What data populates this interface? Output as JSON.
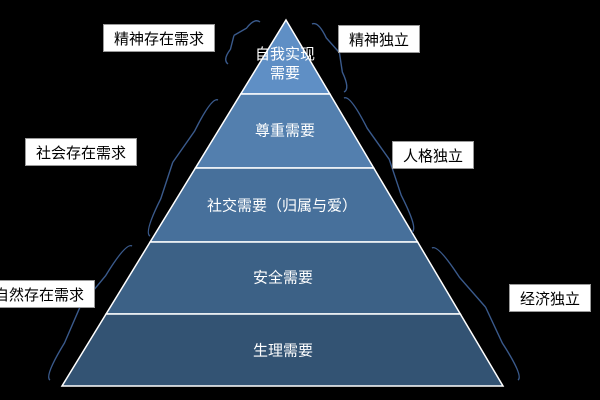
{
  "tiers": [
    {
      "label": "自我实现需要",
      "color": "#5f8fc5"
    },
    {
      "label": "尊重需要",
      "color": "#537fae"
    },
    {
      "label": "社交需要（归属与爱）",
      "color": "#47709b"
    },
    {
      "label": "安全需要",
      "color": "#3c6186"
    },
    {
      "label": "生理需要",
      "color": "#335373"
    }
  ],
  "left_tags": [
    "精神存在需求",
    "社会存在需求",
    "自然存在需求"
  ],
  "right_tags": [
    "精神独立",
    "人格独立",
    "经济独立"
  ],
  "colors": {
    "background": "#000000",
    "divider": "#ffffff",
    "bracket": "#3a5a8c"
  }
}
